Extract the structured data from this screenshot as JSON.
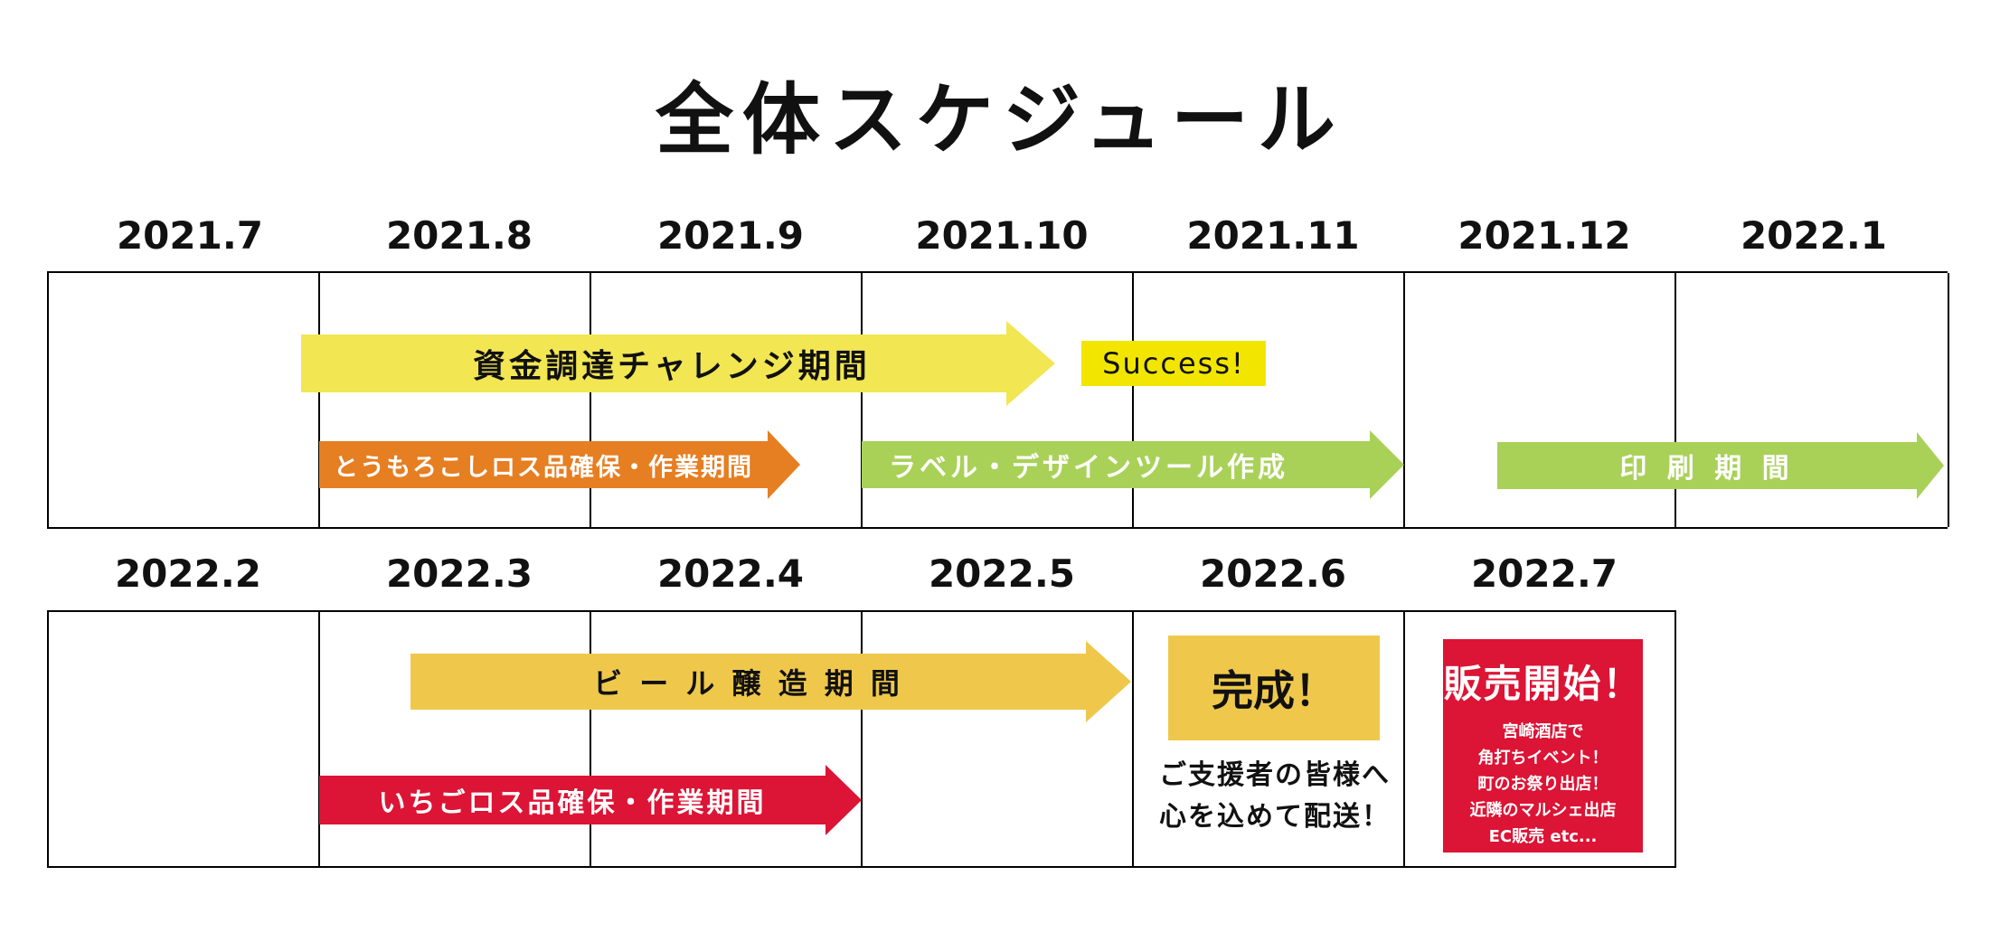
{
  "title": "全体スケジュール",
  "row1_months": [
    "2021.7",
    "2021.8",
    "2021.9",
    "2021.10",
    "2021.11",
    "2021.12",
    "2022.1"
  ],
  "row2_months": [
    "2022.2",
    "2022.3",
    "2022.4",
    "2022.5",
    "2022.6",
    "2022.7"
  ],
  "arrows": {
    "funding": {
      "label": "資金調達チャレンジ期間",
      "color": "#f2e653"
    },
    "corn": {
      "label": "とうもろこしロス品確保・作業期間",
      "color": "#e67e22"
    },
    "label_design": {
      "label": "ラベル・デザインツール作成",
      "color": "#a9d158"
    },
    "printing": {
      "label": "印 刷 期 間",
      "color": "#a9d158"
    },
    "brewing": {
      "label": "ビ ー ル 醸 造 期 間",
      "color": "#efc84b"
    },
    "strawberry": {
      "label": "いちごロス品確保・作業期間",
      "color": "#dc1435"
    }
  },
  "success": {
    "label": "Success!",
    "color": "#f2e600"
  },
  "complete": {
    "label": "完成！",
    "color": "#efc84b",
    "note_lines": [
      "ご支援者の皆様へ",
      "心を込めて配送！"
    ]
  },
  "sale": {
    "heading": "販売開始！",
    "lines": [
      "宮崎酒店で",
      "角打ちイベント！",
      "町のお祭り出店！",
      "近隣のマルシェ出店",
      "EC販売 etc..."
    ],
    "color": "#dc1435"
  }
}
